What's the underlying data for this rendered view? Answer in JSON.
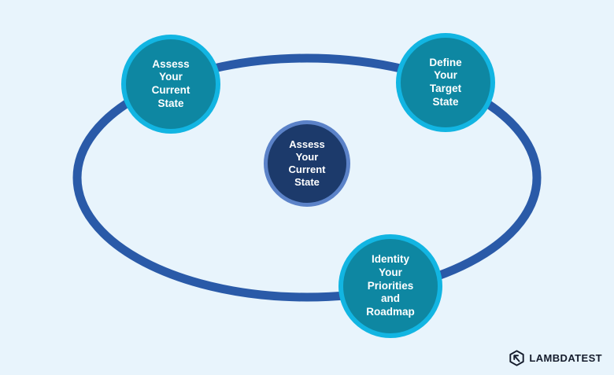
{
  "background_color": "#e8f4fc",
  "diagram": {
    "type": "cycle",
    "ring_color": "#2a5aa8",
    "ring_stroke_width": 11,
    "nodes": [
      {
        "id": "assess-current-state",
        "label": "Assess\nYour\nCurrent\nState",
        "fill": "#0e87a2",
        "border": "#12b5e2",
        "position": "top-left-of-ring"
      },
      {
        "id": "define-target-state",
        "label": "Define\nYour\nTarget\nState",
        "fill": "#0e87a2",
        "border": "#12b5e2",
        "position": "top-right-of-ring"
      },
      {
        "id": "center-assess-current-state",
        "label": "Assess\nYour\nCurrent\nState",
        "fill": "#1c3a6b",
        "border": "#5b82c8",
        "position": "center"
      },
      {
        "id": "identity-priorities-roadmap",
        "label": "Identity\nYour\nPriorities\nand\nRoadmap",
        "fill": "#0e87a2",
        "border": "#12b5e2",
        "position": "bottom-right-of-ring"
      }
    ]
  },
  "footer": {
    "brand": "LAMBDATEST",
    "brand_color": "#151c2c"
  }
}
